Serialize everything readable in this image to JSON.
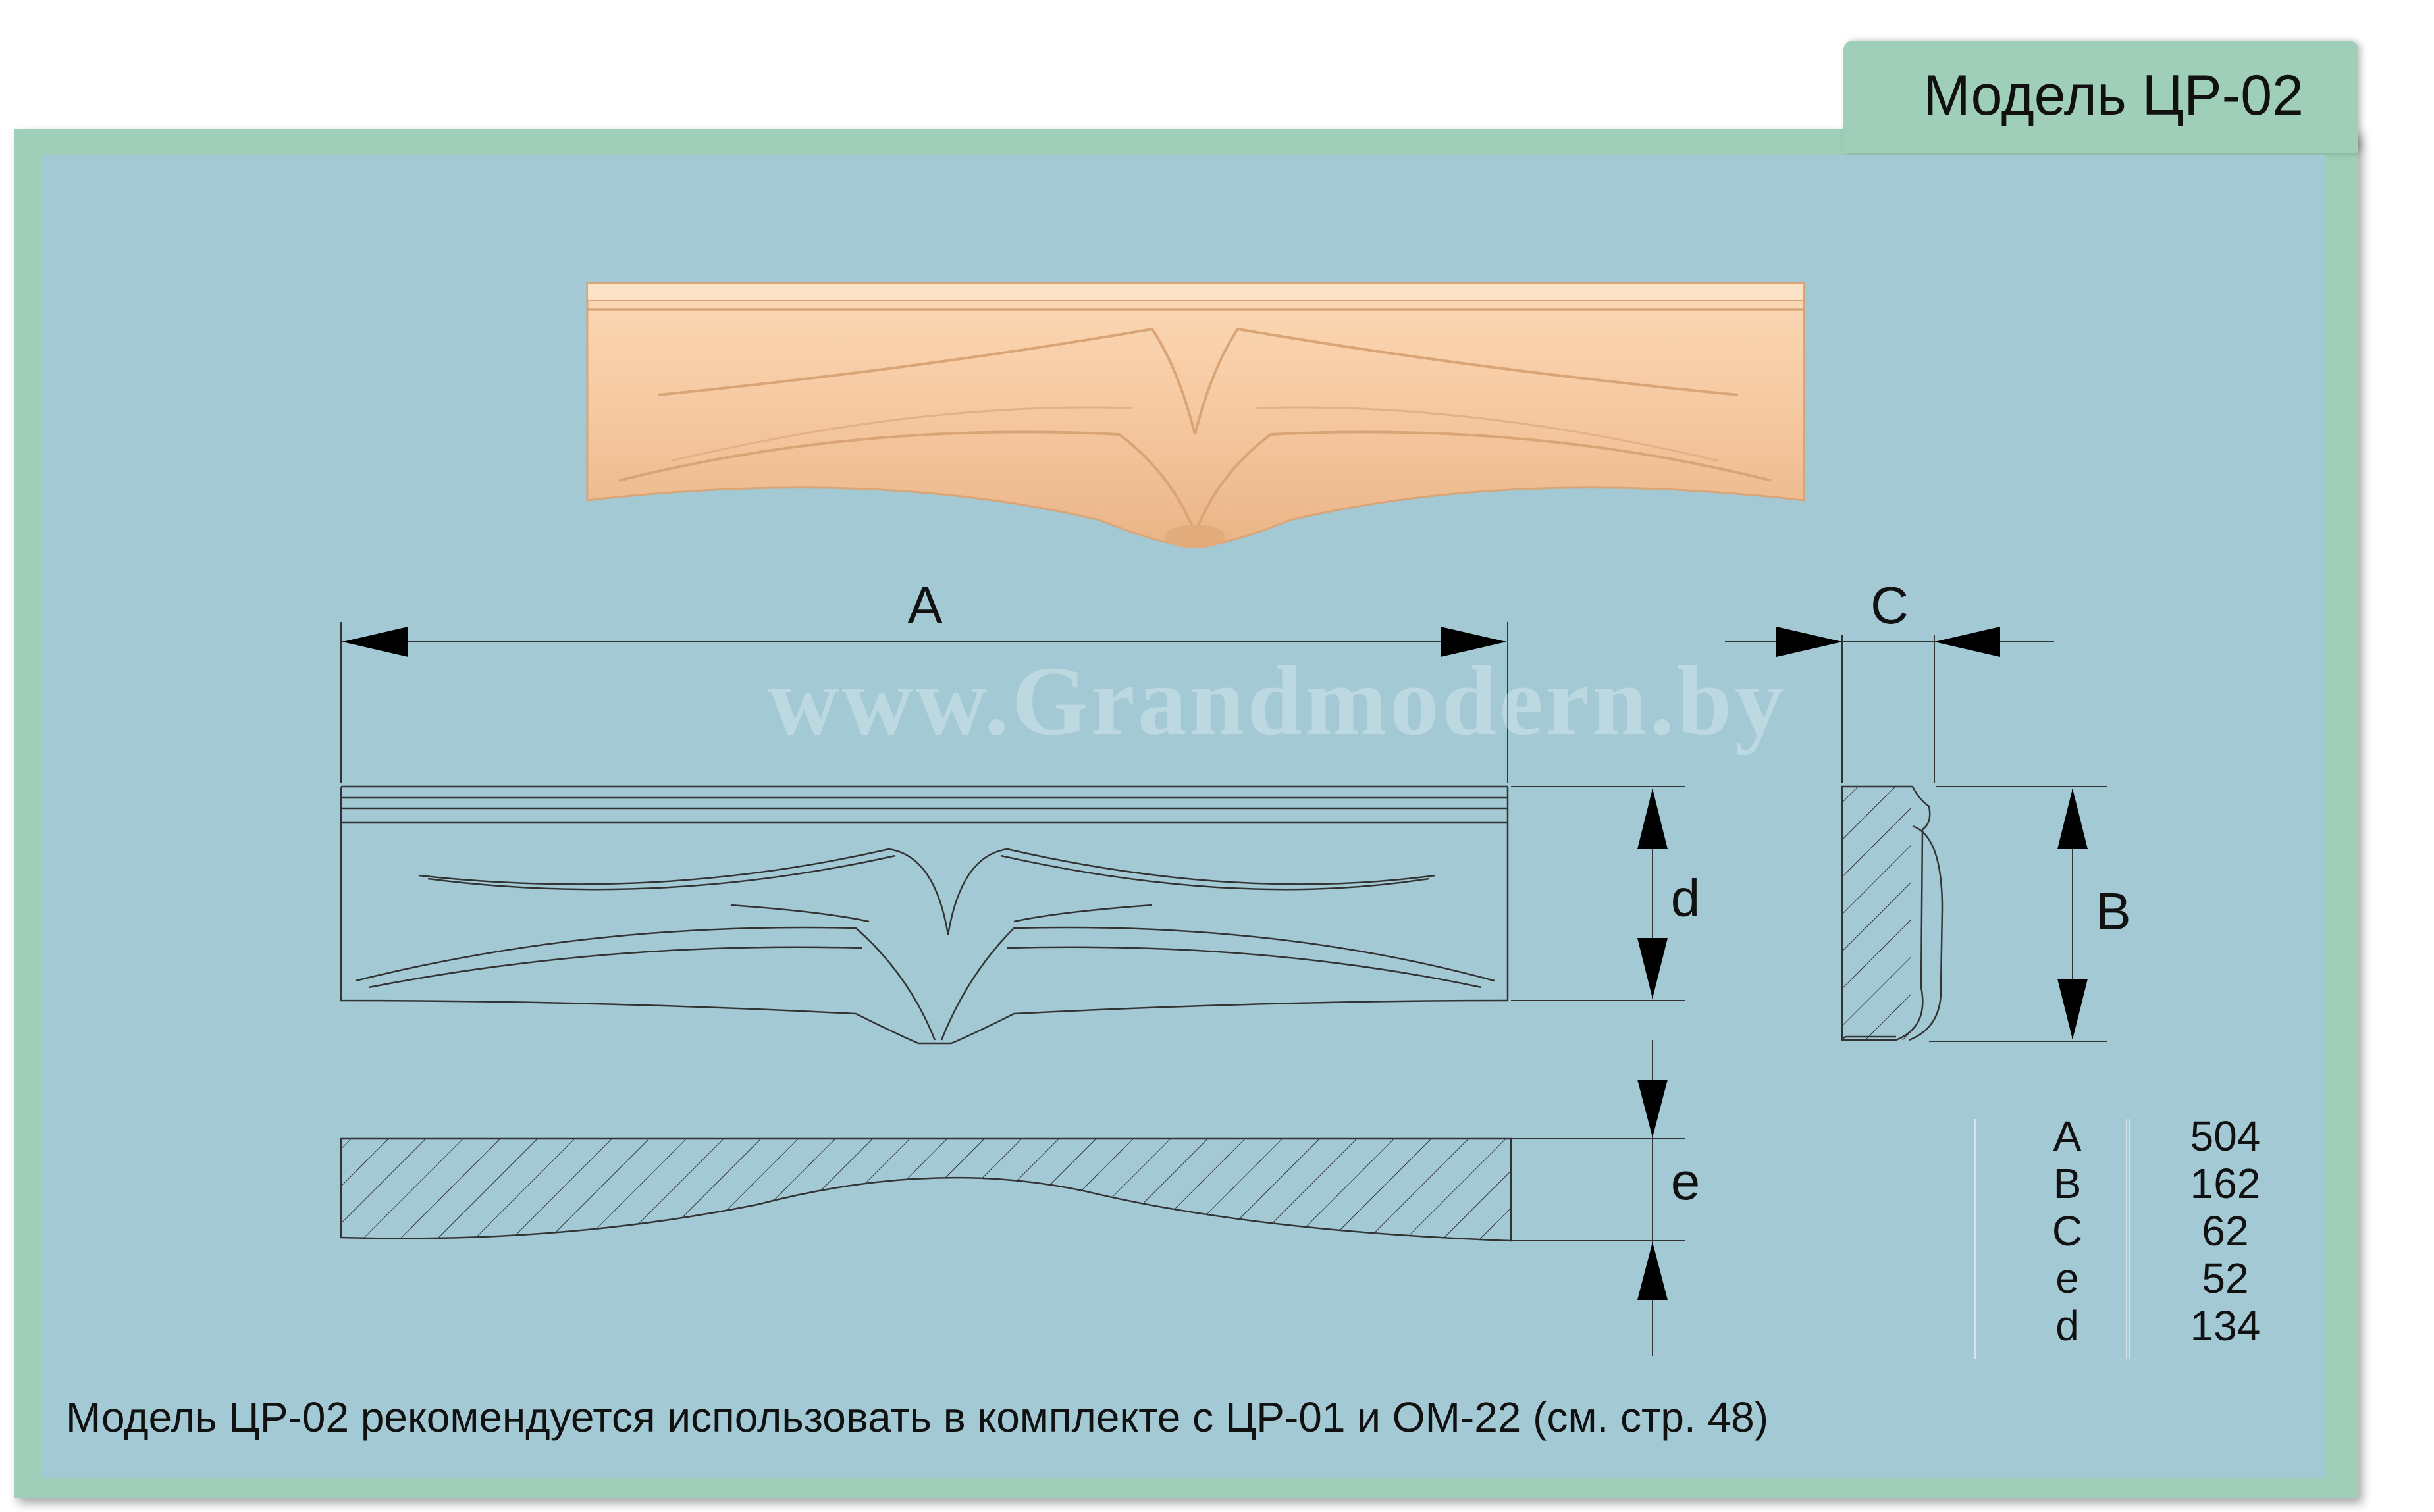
{
  "model_title": "Модель ЦР-02",
  "watermark": "www.Grandmodern.by",
  "dimension_labels": {
    "A": "A",
    "B": "B",
    "C": "C",
    "d": "d",
    "e": "e"
  },
  "specs": [
    {
      "key": "A",
      "value": "504"
    },
    {
      "key": "B",
      "value": "162"
    },
    {
      "key": "C",
      "value": "62"
    },
    {
      "key": "e",
      "value": "52"
    },
    {
      "key": "d",
      "value": "134"
    }
  ],
  "footer_note": "Модель ЦР-02 рекомендуется использовать в комплекте с ЦР-01 и ОМ-22 (см. стр. 48)",
  "colors": {
    "frame": "#9fcfb9",
    "panel": "#a2c9d4",
    "wood": "#f6c8a0",
    "line": "#333333"
  }
}
